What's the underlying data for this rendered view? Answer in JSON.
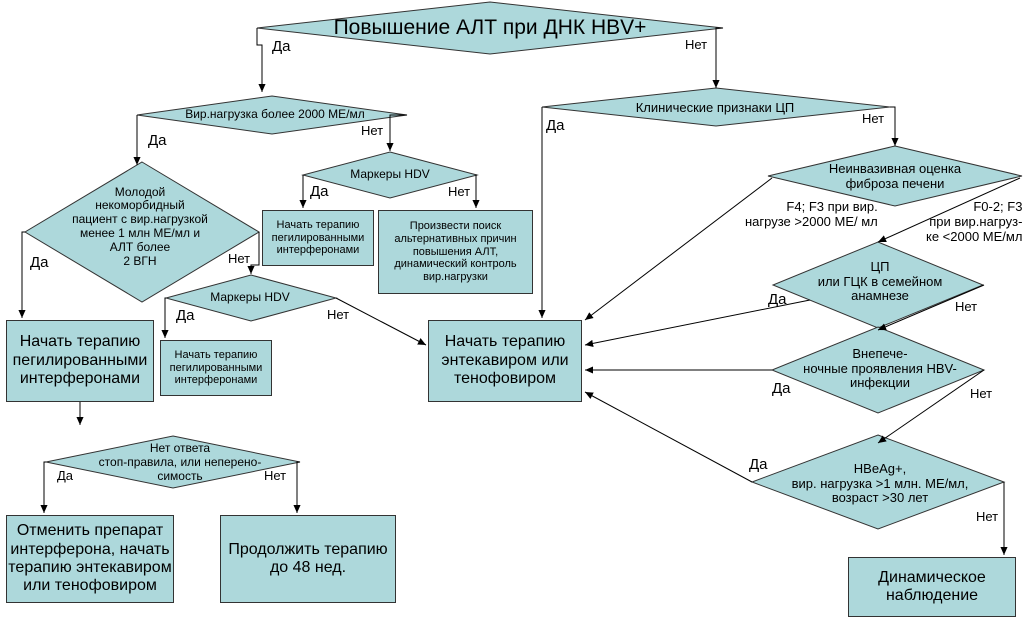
{
  "decisions": {
    "root": "Повышение АЛТ при ДНК HBV+",
    "viral_load": "Вир.нагрузка более 2000 МЕ/мл",
    "young": "Молодой\nнекоморбидный\nпациент с вир.нагрузкой\nменее 1 млн МЕ/мл и\nАЛТ более\n2 ВГН",
    "hdv_upper": "Маркеры HDV",
    "hdv_lower": "Маркеры HDV",
    "no_response": "Нет ответа\nстоп-правила, или неперено-\nсимость",
    "cirrhosis": "Клинические признаки ЦП",
    "fibrosis": "Неинвазивная оценка\nфиброза печени",
    "cirrhosis_hcc": "ЦП\nили ГЦК в семейном\nанамнезе",
    "extrahepatic": "Внепече-\nночные проявления HBV-\nинфекции",
    "hbeag": "HBeAg+,\nвир. нагрузка >1 млн. МЕ/мл,\nвозраст >30 лет"
  },
  "boxes": {
    "peg_main": "Начать терапию\nпегилированными\nинтерферонами",
    "peg_upper": "Начать терапию\nпегилированными\nинтерферонами",
    "search_alt": "Произвести поиск\nальтернативных причин\nповышения АЛТ,\nдинамический контроль\nвир.нагрузки",
    "peg_lower": "Начать терапию\nпегилированными\nинтерферонами",
    "entecavir": "Начать терапию\nэнтекавиром или\nтенофовиром",
    "cancel": "Отменить препарат\nинтерферона, начать\nтерапию энтекавиром\nили тенофовиром",
    "continue": "Продолжить терапию\nдо 48 нед.",
    "observe": "Динамическое\nнаблюдение"
  },
  "labels": {
    "yes": "Да",
    "no": "Нет",
    "f4_branch": "F4; F3 при вир.\nнагрузе >2000 МЕ/ мл",
    "f02_branch": "F0-2; F3\nпри вир.нагруз-\nке <2000 МЕ/мл"
  },
  "colors": {
    "shape_fill": "#add8db",
    "stroke": "#333333"
  }
}
